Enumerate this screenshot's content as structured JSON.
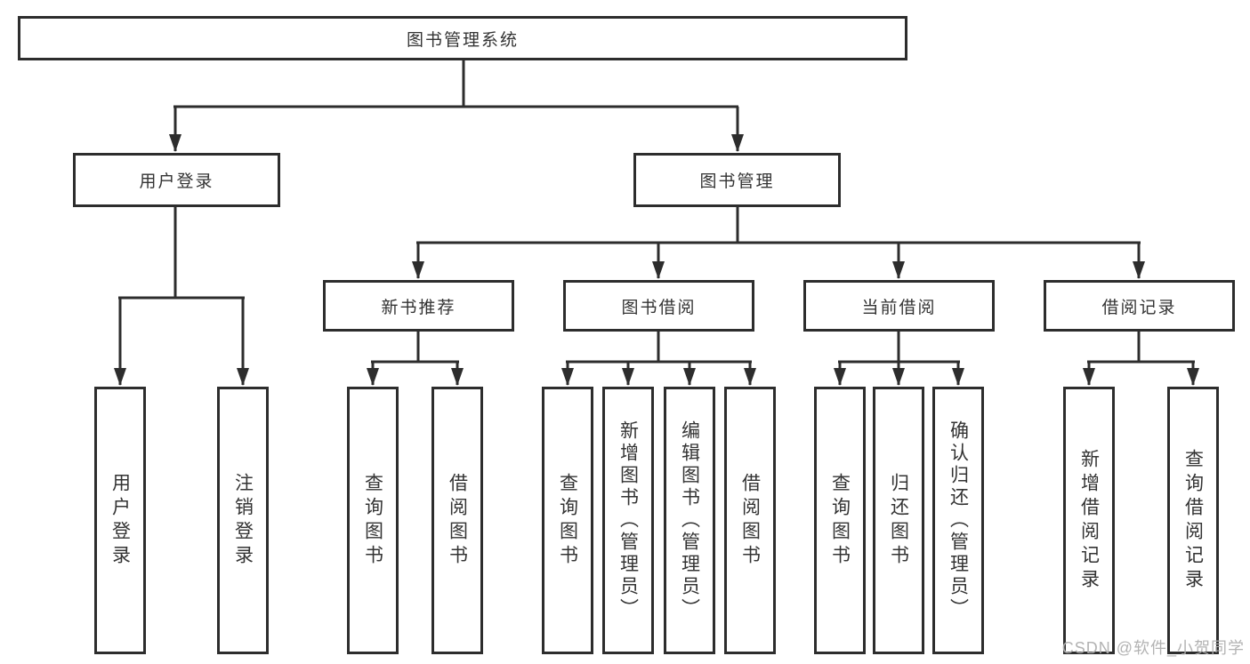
{
  "tree": {
    "root": "图书管理系统",
    "branches": [
      {
        "label": "用户登录",
        "children": [
          "用户登录",
          "注销登录"
        ]
      },
      {
        "label": "图书管理",
        "sections": [
          {
            "label": "新书推荐",
            "children": [
              "查询图书",
              "借阅图书"
            ]
          },
          {
            "label": "图书借阅",
            "children": [
              "查询图书",
              "新增图书（管理员）",
              "编辑图书（管理员）",
              "借阅图书"
            ]
          },
          {
            "label": "当前借阅",
            "children": [
              "查询图书",
              "归还图书",
              "确认归还（管理员）"
            ]
          },
          {
            "label": "借阅记录",
            "children": [
              "新增借阅记录",
              "查询借阅记录"
            ]
          }
        ]
      }
    ]
  },
  "colors": {
    "line": "#2d2d2d",
    "text": "#333333",
    "watermark": "#afafaf"
  },
  "watermark": {
    "text": "CSDN @软件_小贺同学"
  }
}
